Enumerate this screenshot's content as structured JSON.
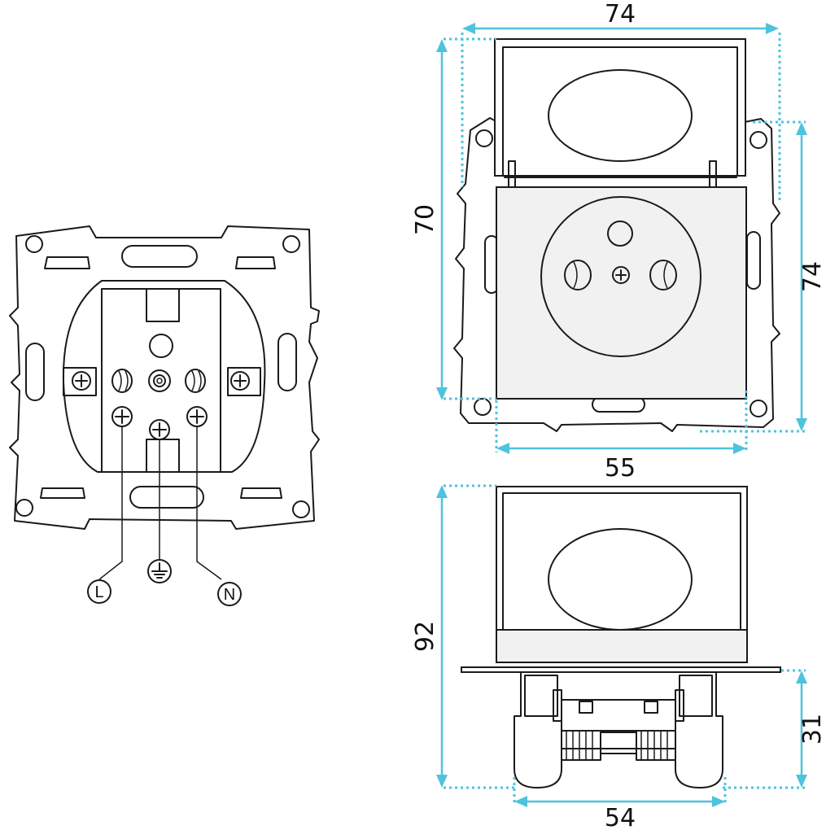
{
  "dimensions": {
    "top_width": "74",
    "top_height": "70",
    "right_height": "74",
    "bottom_width": "55",
    "side_height": "92",
    "depth": "31",
    "base_width": "54"
  },
  "terminals": {
    "line": "L",
    "neutral": "N",
    "earth_icon": "earth-ground-icon"
  },
  "colors": {
    "dimension_lines": "#4ec3dd",
    "outline": "#1a1a1a",
    "cover_fill": "#f1f1f1"
  }
}
